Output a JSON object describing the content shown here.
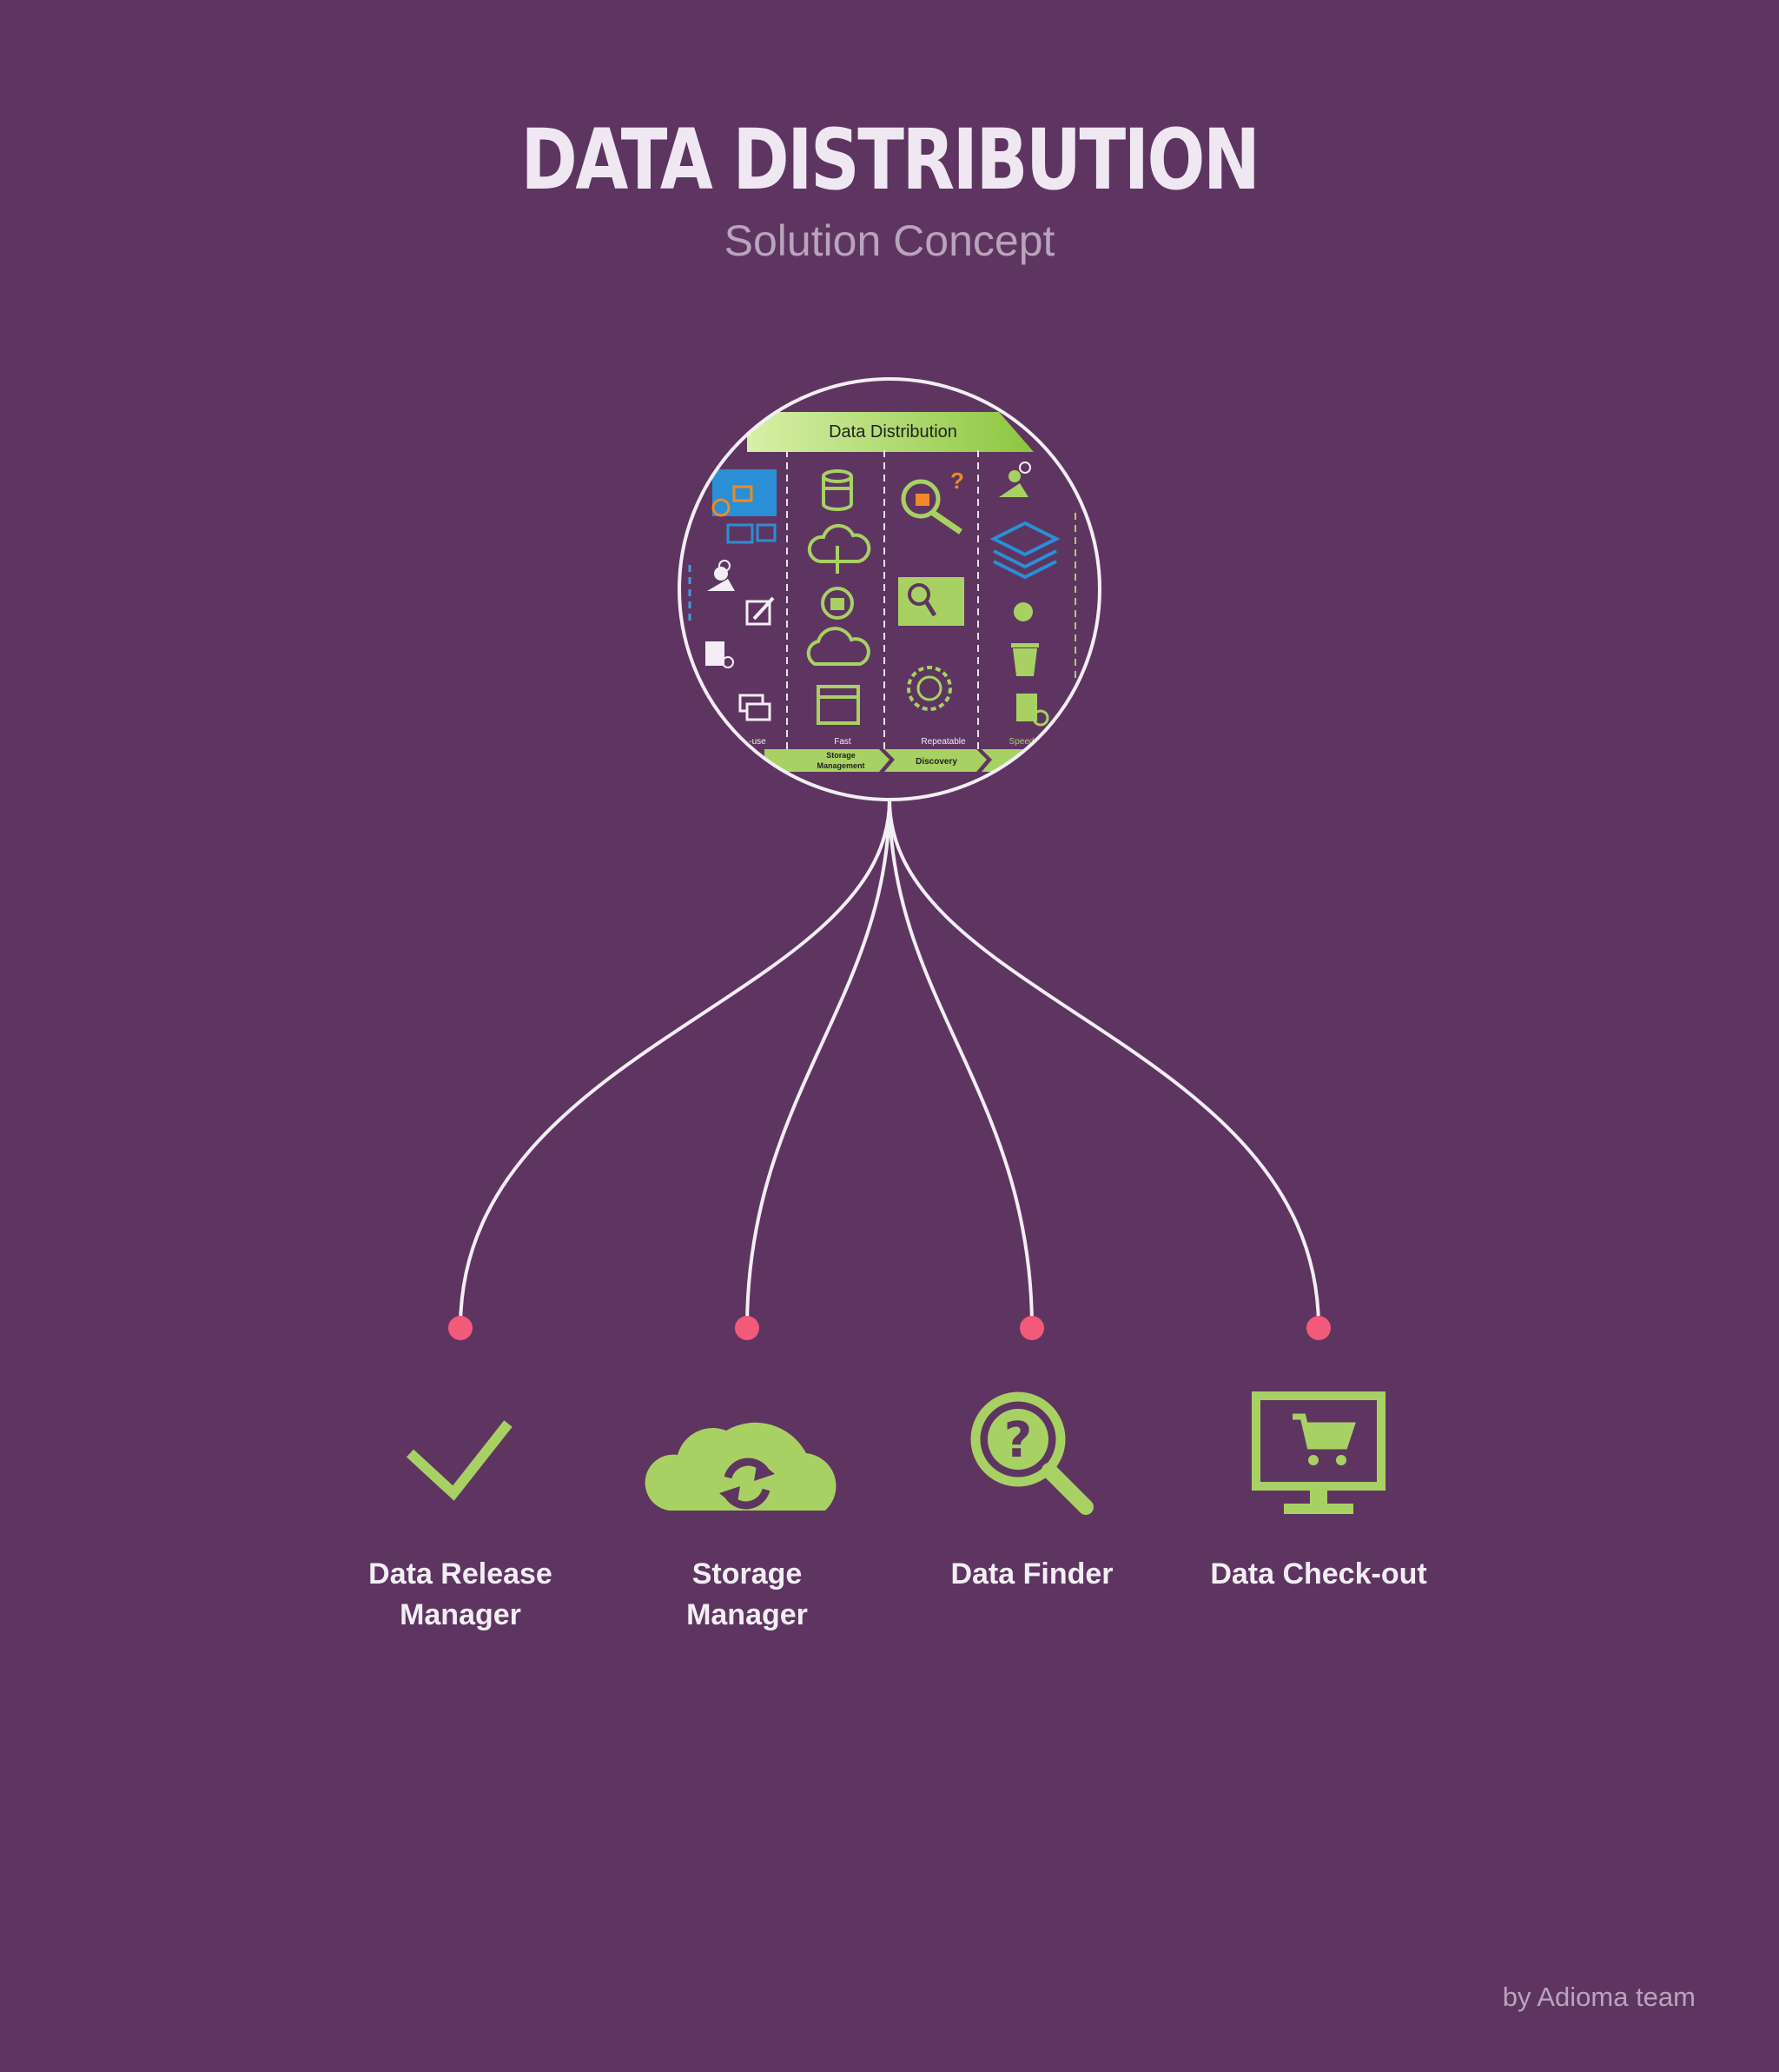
{
  "header": {
    "title": "DATA DISTRIBUTION",
    "subtitle": "Solution Concept"
  },
  "hub": {
    "banner": "Data Distribution",
    "column_labels": [
      "-use",
      "Fast",
      "Repeatable",
      "Speed"
    ],
    "column_footers": [
      "Storage Management",
      "Discovery"
    ]
  },
  "components": [
    {
      "label": "Data Release Manager",
      "icon": "checkmark-icon"
    },
    {
      "label": "Storage Manager",
      "icon": "cloud-sync-icon"
    },
    {
      "label": "Data Finder",
      "icon": "magnifier-question-icon"
    },
    {
      "label": "Data Check-out",
      "icon": "monitor-cart-icon"
    }
  ],
  "colors": {
    "background": "#5e3561",
    "icon_green": "#a8d163",
    "connector_dot": "#f25a7a",
    "line": "#f2eef4"
  },
  "footer": {
    "credit": "by Adioma team"
  }
}
